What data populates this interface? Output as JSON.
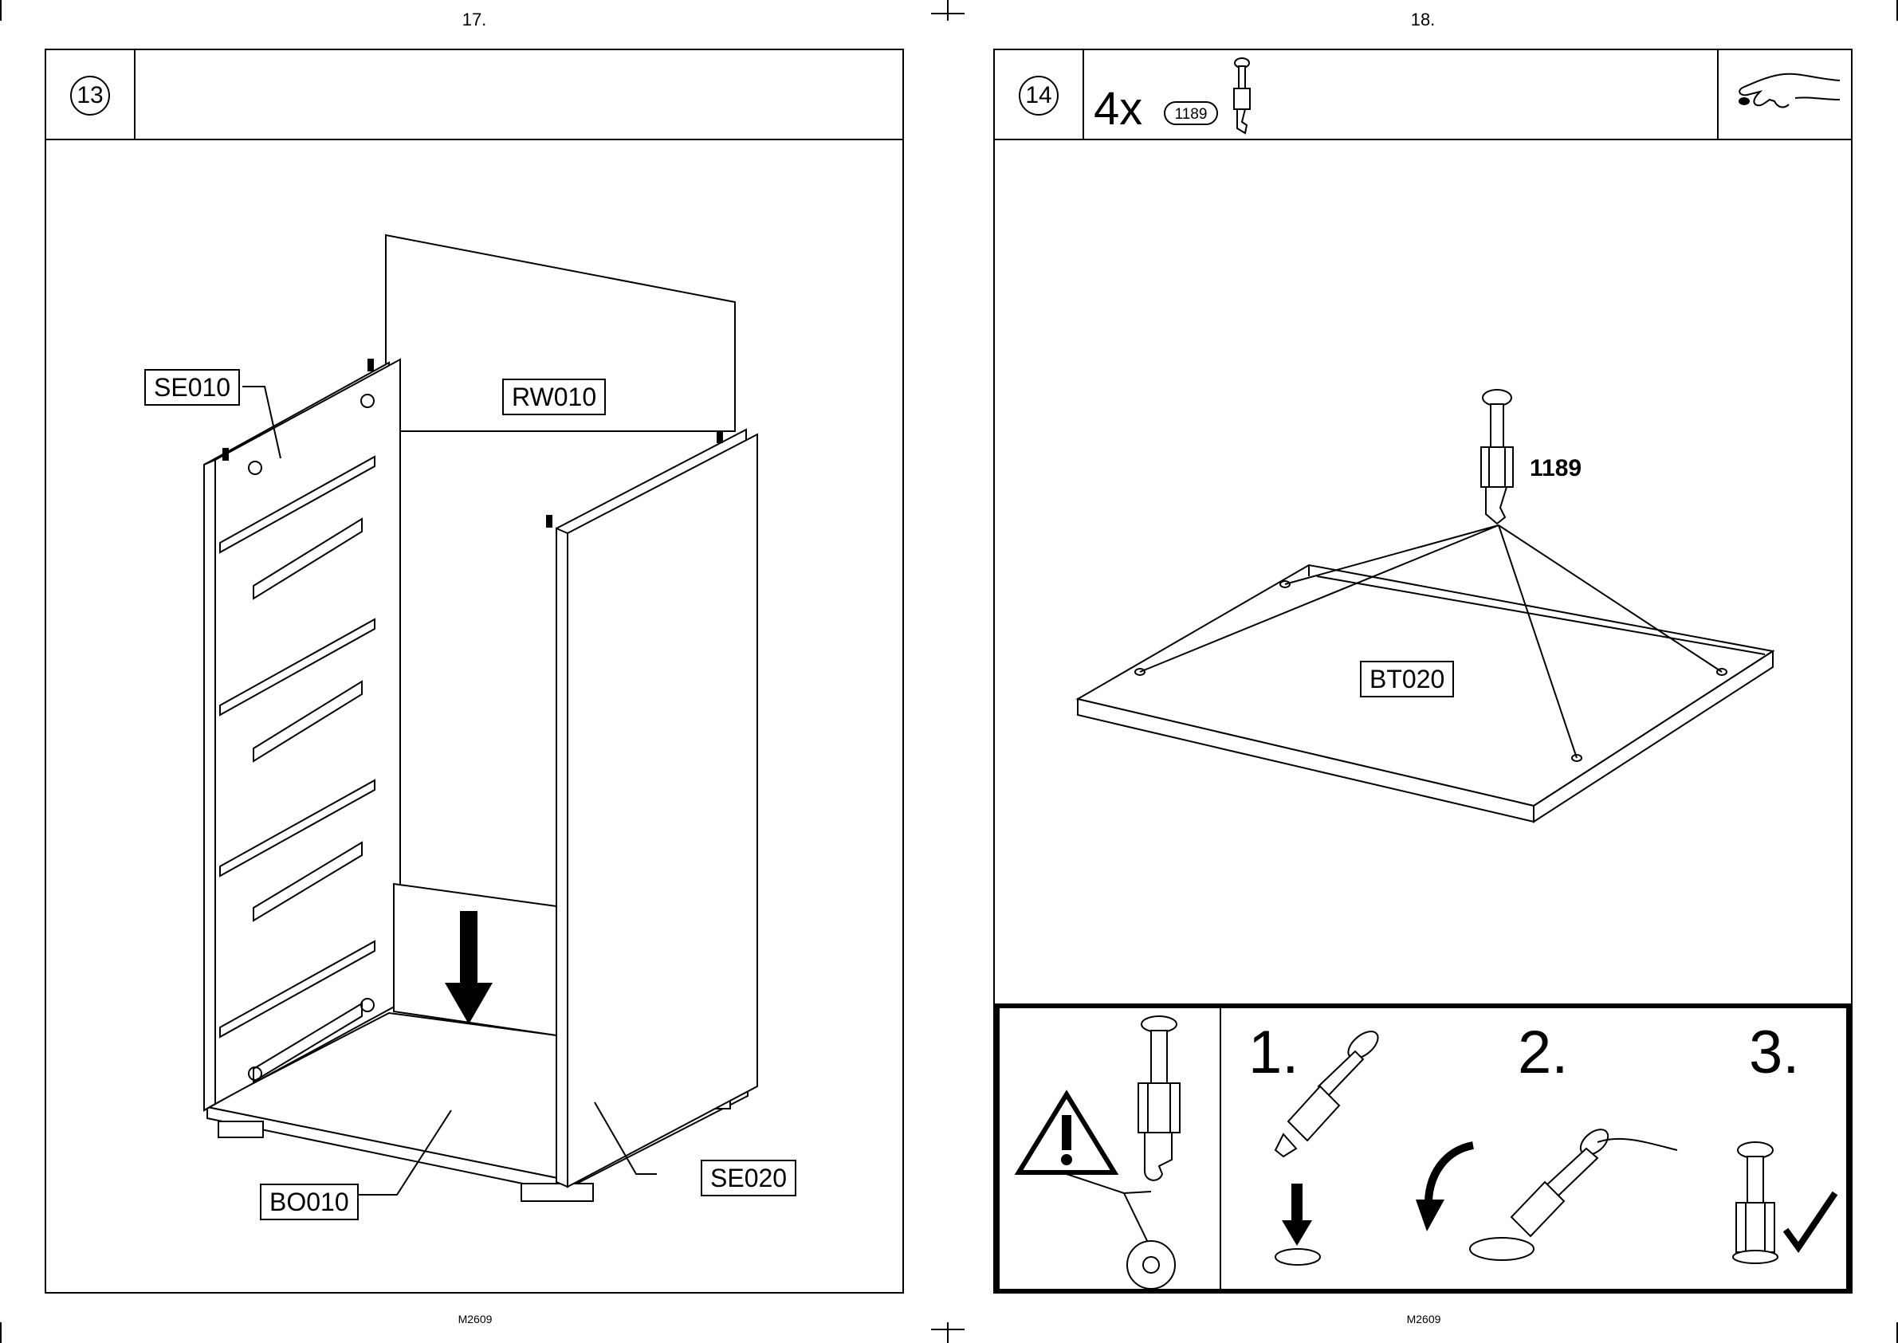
{
  "pages": {
    "left": {
      "page_number": "17.",
      "footer": "M2609",
      "step": "13"
    },
    "right": {
      "page_number": "18.",
      "footer": "M2609",
      "step": "14"
    }
  },
  "left_step": {
    "parts": {
      "side_left": "SE010",
      "rear_wall": "RW010",
      "bottom": "BO010",
      "side_right": "SE020"
    }
  },
  "right_step": {
    "quantity": "4x",
    "hardware_code": "1189",
    "hardware_label": "1189",
    "panel": "BT020"
  },
  "instruction_box": {
    "steps": [
      "1.",
      "2.",
      "3."
    ],
    "warning_icon": "warning-triangle-icon",
    "check_icon": "checkmark-icon"
  }
}
